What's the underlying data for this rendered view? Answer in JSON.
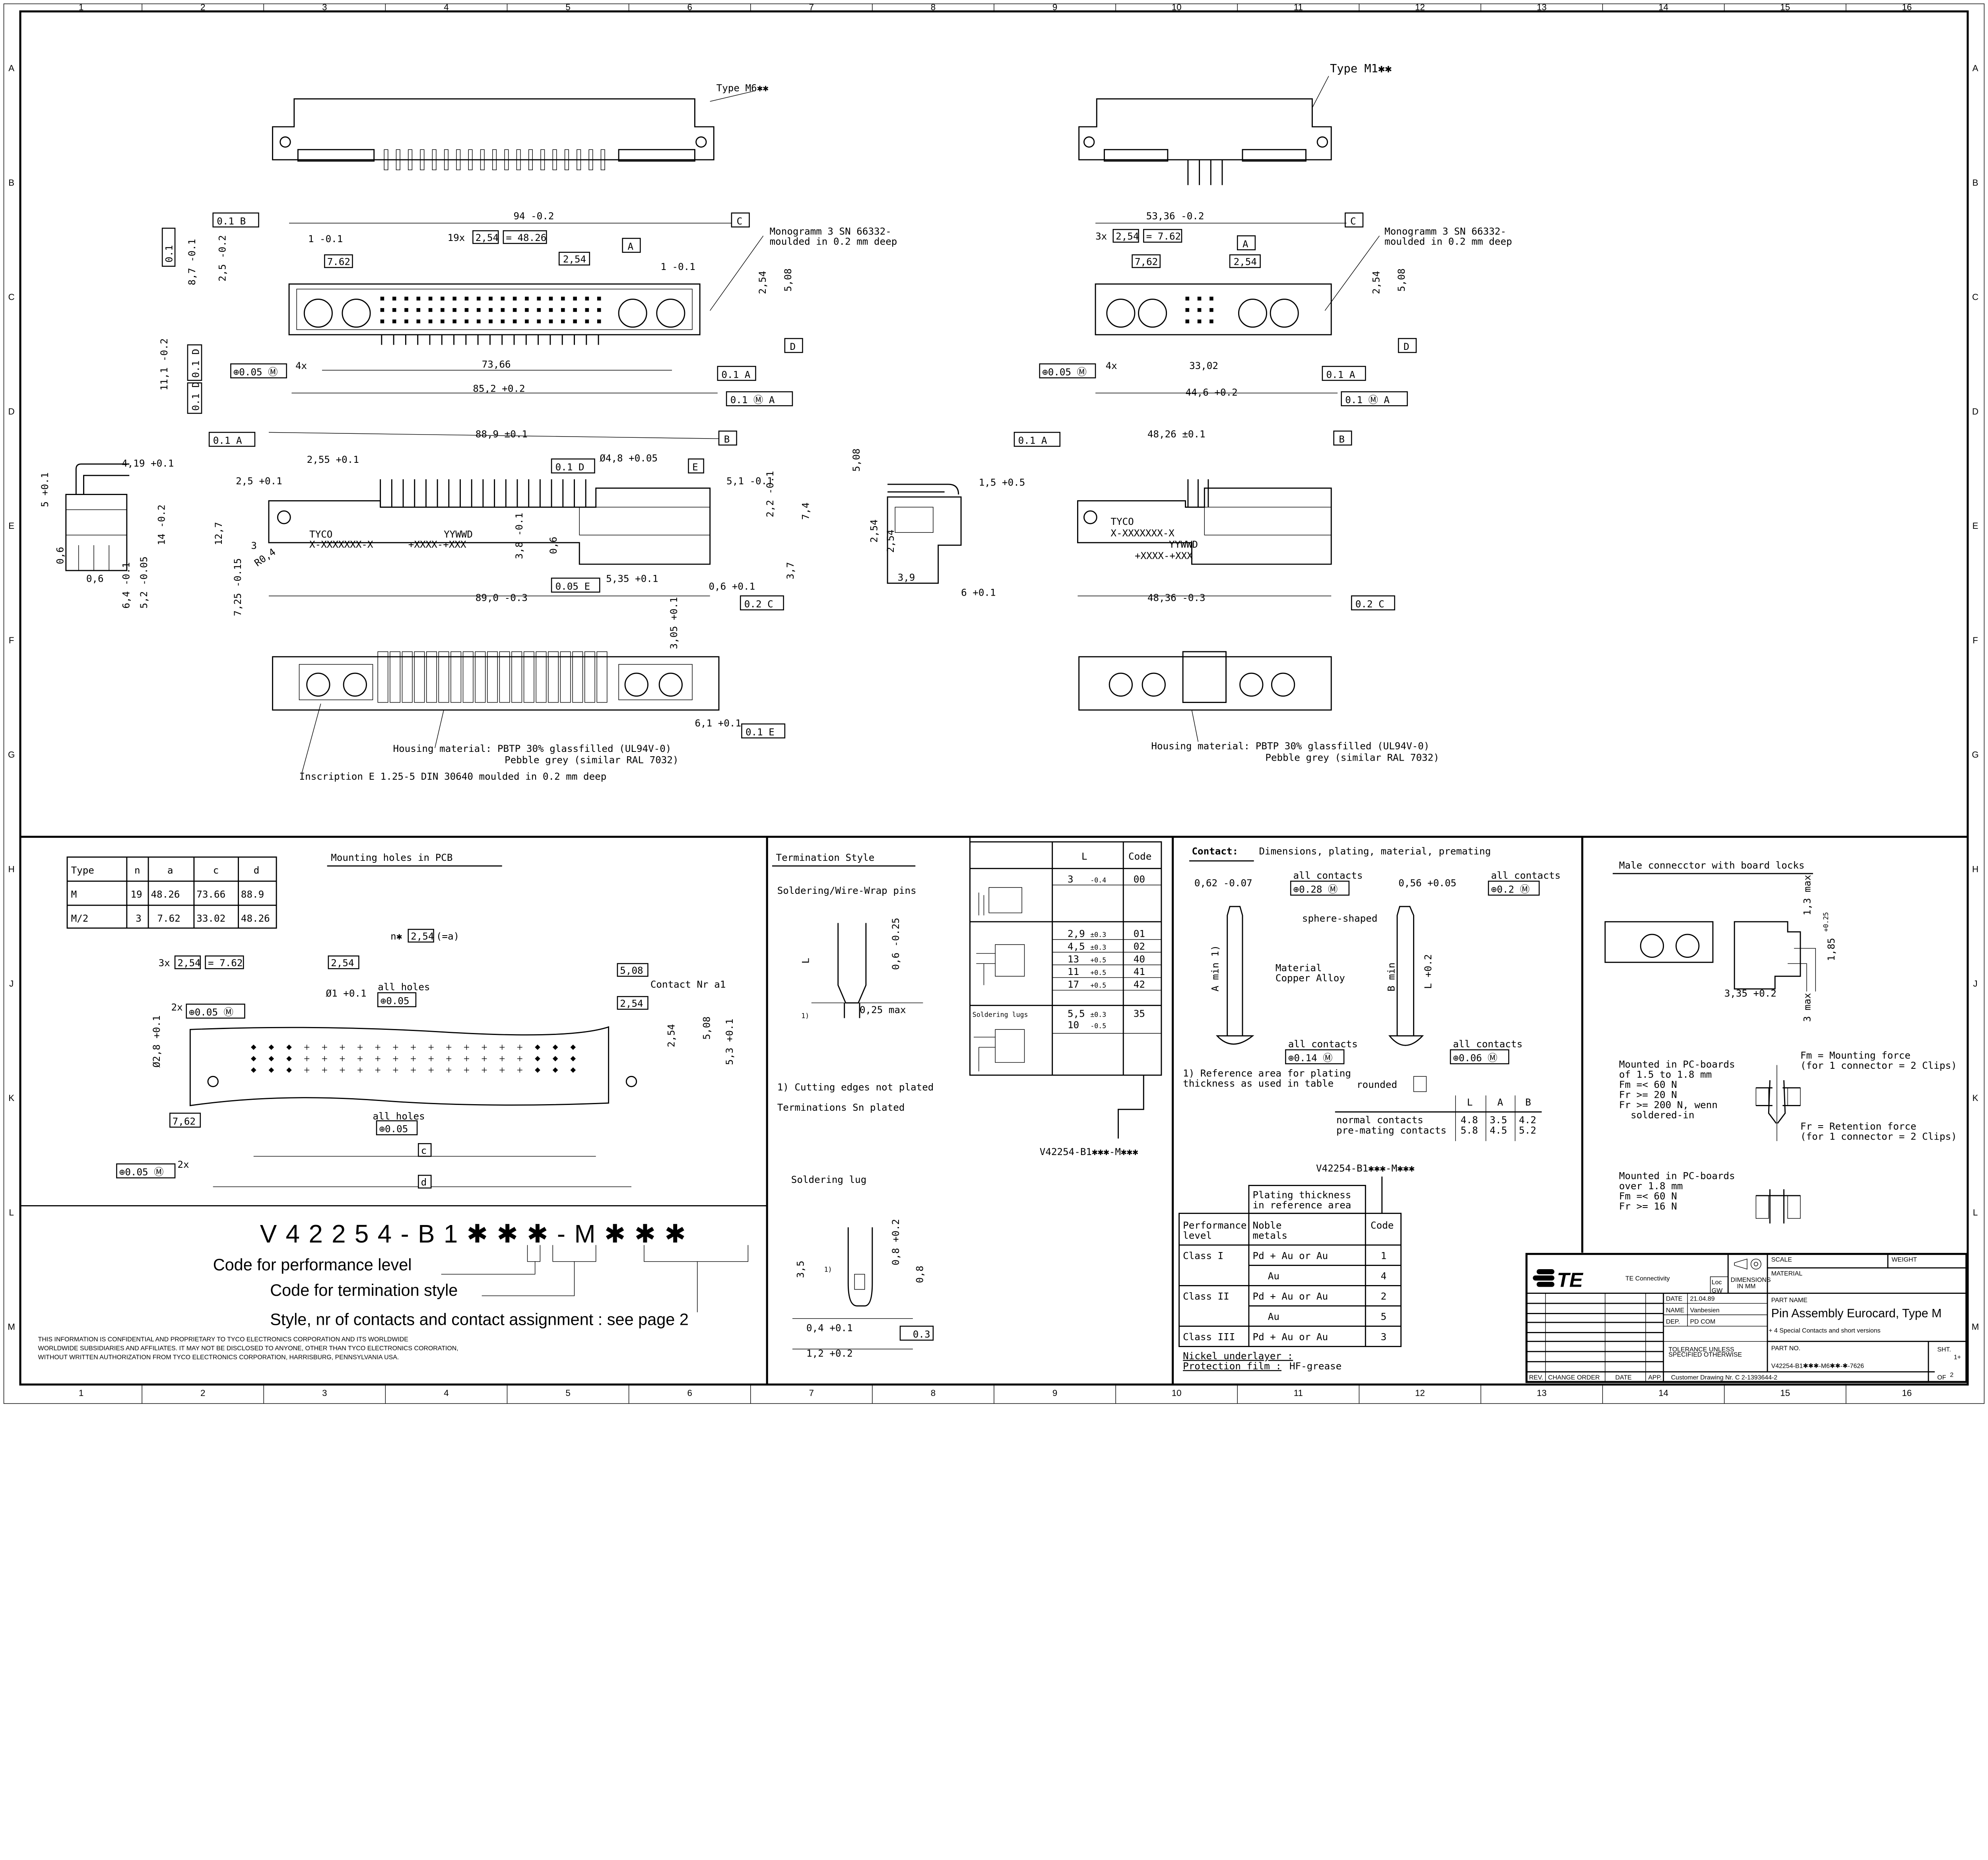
{
  "grid": {
    "columns": [
      "1",
      "2",
      "3",
      "4",
      "5",
      "6",
      "7",
      "8",
      "9",
      "10",
      "11",
      "12",
      "13",
      "14",
      "15",
      "16"
    ],
    "rows": [
      "A",
      "B",
      "C",
      "D",
      "E",
      "F",
      "G",
      "H",
      "J",
      "K",
      "L",
      "M"
    ]
  },
  "left_views": {
    "type_label": "Type M6✱✱",
    "dims": [
      "94 -0.2",
      "19x",
      "2,54",
      "= 48.26",
      "1 -0.1",
      "7.62",
      "2,54",
      "1 -0.1",
      "A",
      "C",
      "D",
      "2,54",
      "5,08",
      "8,7 -0.1",
      "2,5 -0.2",
      "0.1",
      "0.1 B",
      "⊕0.05 Ⓜ",
      "4x",
      "73,66",
      "0.1 A",
      "85,2 +0.2",
      "0.1 Ⓜ A",
      "11,1 -0.2",
      "0.1 D",
      "0.1 D"
    ],
    "monogram": [
      "Monogramm 3 SN 66332-",
      "moulded in 0.2 mm deep"
    ],
    "side_dims": [
      "0.1 A",
      "88,9 ±0.1",
      "B",
      "2,55 +0.1",
      "2,5 +0.1",
      "0.1 D",
      "Ø4,8 +0.05",
      "E",
      "5,1 -0.1",
      "2,2 -0.1",
      "7,4",
      "12,7",
      "3",
      "R0,4",
      "3,8 -0.1",
      "0,6",
      "3,7",
      "0.05 E",
      "5,35 +0.1",
      "0,6 +0.1",
      "89,0 -0.3",
      "0.2 C",
      "7,25 -0.15"
    ],
    "marking": [
      "TYCO",
      "X-XXXXXXX-X",
      "YYWWD",
      "+XXXX-+XXX"
    ],
    "end_view_dims": [
      "4,19 +0.1",
      "5 +0.1",
      "14 -0.2",
      "0,6",
      "0,6",
      "6,4 -0.1",
      "5,2 -0.05"
    ],
    "bottom_dims": [
      "3,05 +0.1",
      "6,1 +0.1",
      "0.1 E"
    ],
    "housing": [
      "Housing material: PBTP 30% glassfilled (UL94V-0)",
      "Pebble grey (similar RAL 7032)"
    ],
    "inscription": "Inscription E 1.25-5 DIN 30640 moulded in 0.2 mm deep"
  },
  "middle_view": {
    "dims": [
      "5,08",
      "1,5 +0.5",
      "2,54",
      "2,54",
      "3,9",
      "6 +0.1"
    ]
  },
  "right_views": {
    "type_label": "Type M1✱✱",
    "dims": [
      "53,36 -0.2",
      "3x",
      "2,54",
      "= 7.62",
      "7,62",
      "2,54",
      "A",
      "C",
      "D",
      "2,54",
      "5,08",
      "⊕0.05 Ⓜ",
      "4x",
      "33,02",
      "0.1 A",
      "44,6 +0.2",
      "0.1 Ⓜ A"
    ],
    "monogram": [
      "Monogramm 3 SN 66332-",
      "moulded in 0.2 mm deep"
    ],
    "side_dims": [
      "0.1 A",
      "48,26 ±0.1",
      "B",
      "48,36 -0.3",
      "0.2 C"
    ],
    "marking": [
      "TYCO",
      "X-XXXXXXX-X",
      "YYWWD",
      "+XXXX-+XXX"
    ],
    "housing": [
      "Housing material: PBTP 30% glassfilled (UL94V-0)",
      "Pebble grey (similar RAL 7032)"
    ]
  },
  "mounting": {
    "title": "Mounting holes in PCB",
    "table": {
      "headers": [
        "Type",
        "n",
        "a",
        "c",
        "d"
      ],
      "rows": [
        [
          "M",
          "19",
          "48.26",
          "73.66",
          "88.9"
        ],
        [
          "M/2",
          "3",
          "7.62",
          "33.02",
          "48.26"
        ]
      ]
    },
    "dims": [
      "n✱",
      "2,54",
      "(=a)",
      "3x",
      "2,54",
      "= 7.62",
      "2,54",
      "5,08",
      "Contact Nr a1",
      "2,54",
      "2x",
      "⊕0.05 Ⓜ",
      "Ø1 +0.1",
      "all holes",
      "⊕0.05",
      "Ø2,8 +0.1",
      "2,54",
      "5,08",
      "5,3 +0.1",
      "7,62",
      "all holes",
      "⊕0.05",
      "c",
      "⊕0.05 Ⓜ",
      "2x",
      "d"
    ]
  },
  "part_code": {
    "code": "V42254-B1✱✱✱-M✱✱✱",
    "legend": [
      "Code for performance level",
      "Code for termination style",
      "Style, nr of contacts and contact assignment : see page 2"
    ]
  },
  "disclaimer": [
    "THIS INFORMATION IS CONFIDENTIAL AND PROPRIETARY TO TYCO ELECTRONICS CORPORATION AND ITS WORLDWIDE",
    "WORLDWIDE SUBSIDIARIES AND AFFILIATES. IT MAY NOT BE DISCLOSED TO ANYONE, OTHER THAN TYCO ELECTRONICS CORORATION,",
    "WITHOUT WRITTEN AUTHORIZATION FROM TYCO ELECTRONICS CORPORATION, HARRISBURG, PENNSYLVANIA USA."
  ],
  "termination": {
    "title": "Termination Style",
    "subtitle": "Soldering/Wire-Wrap pins",
    "pin_dims": [
      "L",
      "0,6 -0.25",
      "0,25 max",
      "1)"
    ],
    "notes": [
      "1) Cutting edges not plated",
      "Terminations Sn plated"
    ],
    "lug_title": "Soldering lug",
    "lug_dims": [
      "3,5",
      "1)",
      "0,8 +0.2",
      "0,8",
      "0,4 +0.1",
      "0.3",
      "1,2 +0.2"
    ],
    "table": {
      "headers": [
        "L",
        "Code"
      ],
      "rows": [
        {
          "L": "3",
          "tol": "-0.4",
          "code": "00"
        },
        {
          "L": "2,9",
          "tol": "±0.3",
          "code": "01"
        },
        {
          "L": "4,5",
          "tol": "±0.3",
          "code": "02"
        },
        {
          "L": "13",
          "tol": "+0.5",
          "code": "40"
        },
        {
          "L": "11",
          "tol": "+0.5",
          "code": "41"
        },
        {
          "L": "17",
          "tol": "+0.5",
          "code": "42"
        },
        {
          "L": "5,5",
          "tol": "±0.3",
          "code": "35"
        },
        {
          "L": "10",
          "tol": "-0.5",
          "code": ""
        }
      ],
      "lugs_label": "Soldering lugs"
    },
    "code_ref": "V42254-B1✱✱✱-M✱✱✱"
  },
  "contact": {
    "title_bold": "Contact:",
    "title_rest": "Dimensions, plating, material, premating",
    "dims": [
      "0,62 -0.07",
      "all contacts",
      "⊕0.28 Ⓜ",
      "0,56 +0.05",
      "all contacts",
      "⊕0.2 Ⓜ",
      "sphere-shaped",
      "A min 1)",
      "Material",
      "Copper Alloy",
      "B min",
      "L +0.2",
      "all contacts",
      "⊕0.14 Ⓜ",
      "all contacts",
      "⊕0.06 Ⓜ"
    ],
    "note": [
      "1) Reference area for plating",
      "thickness as used in table"
    ],
    "rounded": "rounded",
    "lab_table": {
      "headers": [
        "L",
        "A",
        "B"
      ],
      "rows": [
        [
          "normal  contacts",
          "4.8",
          "3.5",
          "4.2"
        ],
        [
          "pre-mating contacts",
          "5.8",
          "4.5",
          "5.2"
        ]
      ]
    },
    "plating": {
      "code_ref": "V42254-B1✱✱✱-M✱✱✱",
      "group_header": [
        "Plating thickness",
        "in reference area"
      ],
      "headers": [
        [
          "Performance",
          "level"
        ],
        [
          "Noble",
          "metals"
        ],
        [
          "Code"
        ]
      ],
      "rows": [
        {
          "level": "Class I",
          "metal": "Pd + Au or Au",
          "code": "1"
        },
        {
          "level": "",
          "metal": "Au",
          "code": "4"
        },
        {
          "level": "Class II",
          "metal": "Pd + Au or Au",
          "code": "2"
        },
        {
          "level": "",
          "metal": "Au",
          "code": "5"
        },
        {
          "level": "Class III",
          "metal": "Pd + Au or Au",
          "code": "3"
        }
      ],
      "nickel": "Nickel underlayer :",
      "protection_label": "Protection film :",
      "protection_value": "HF-grease"
    }
  },
  "board_locks": {
    "title": "Male connecctor with board locks",
    "dims": [
      "1,3 max",
      "+0.25",
      "1,85",
      "3,35 +0.2",
      "3 max"
    ],
    "block1": [
      "Mounted in PC-boards",
      "of 1.5 to 1.8 mm",
      "Fm =< 60 N",
      "Fr >= 20 N",
      "Fr >= 200 N, wenn",
      "  soldered-in"
    ],
    "fm": [
      "Fm = Mounting force",
      "(for 1 connector = 2 Clips)"
    ],
    "fr": [
      "Fr = Retention force",
      "(for 1 connector = 2 Clips)"
    ],
    "block2": [
      "Mounted in PC-boards",
      "over 1.8 mm",
      "Fm =< 60 N",
      "Fr >= 16 N"
    ]
  },
  "title_block": {
    "company": "TE Connectivity",
    "logo_text": "TE",
    "loc_label": "Loc",
    "loc_value": "GW",
    "dimensions_note": [
      "DIMENSIONS",
      "IN MM"
    ],
    "scale_label": "SCALE",
    "weight_label": "WEIGHT",
    "material_label": "MATERIAL",
    "date_label": "DATE",
    "date_value": "21.04.89",
    "name_label": "NAME",
    "name_value": "Vanbesien",
    "dep_label": "DEP.",
    "dep_value": "PD COM",
    "part_name_label": "PART NAME",
    "part_name": "Pin Assembly Eurocard, Type M",
    "part_name_sub": "+ 4 Special Contacts and short versions",
    "tolerance_note": [
      "TOLERANCE UNLESS",
      "SPECIFIED OTHERWISE"
    ],
    "part_no_label": "PART NO.",
    "part_no": "V42254-B1✱✱✱-M6✱✱-✱-7626",
    "sheet_label": "SHT.",
    "sheet": "1+",
    "of_label": "OF",
    "of": "2",
    "customer_drawing": "Customer Drawing Nr.  C 2-1393644-2",
    "rev_headers": [
      "REV.",
      "CHANGE ORDER",
      "DATE",
      "APP."
    ]
  }
}
